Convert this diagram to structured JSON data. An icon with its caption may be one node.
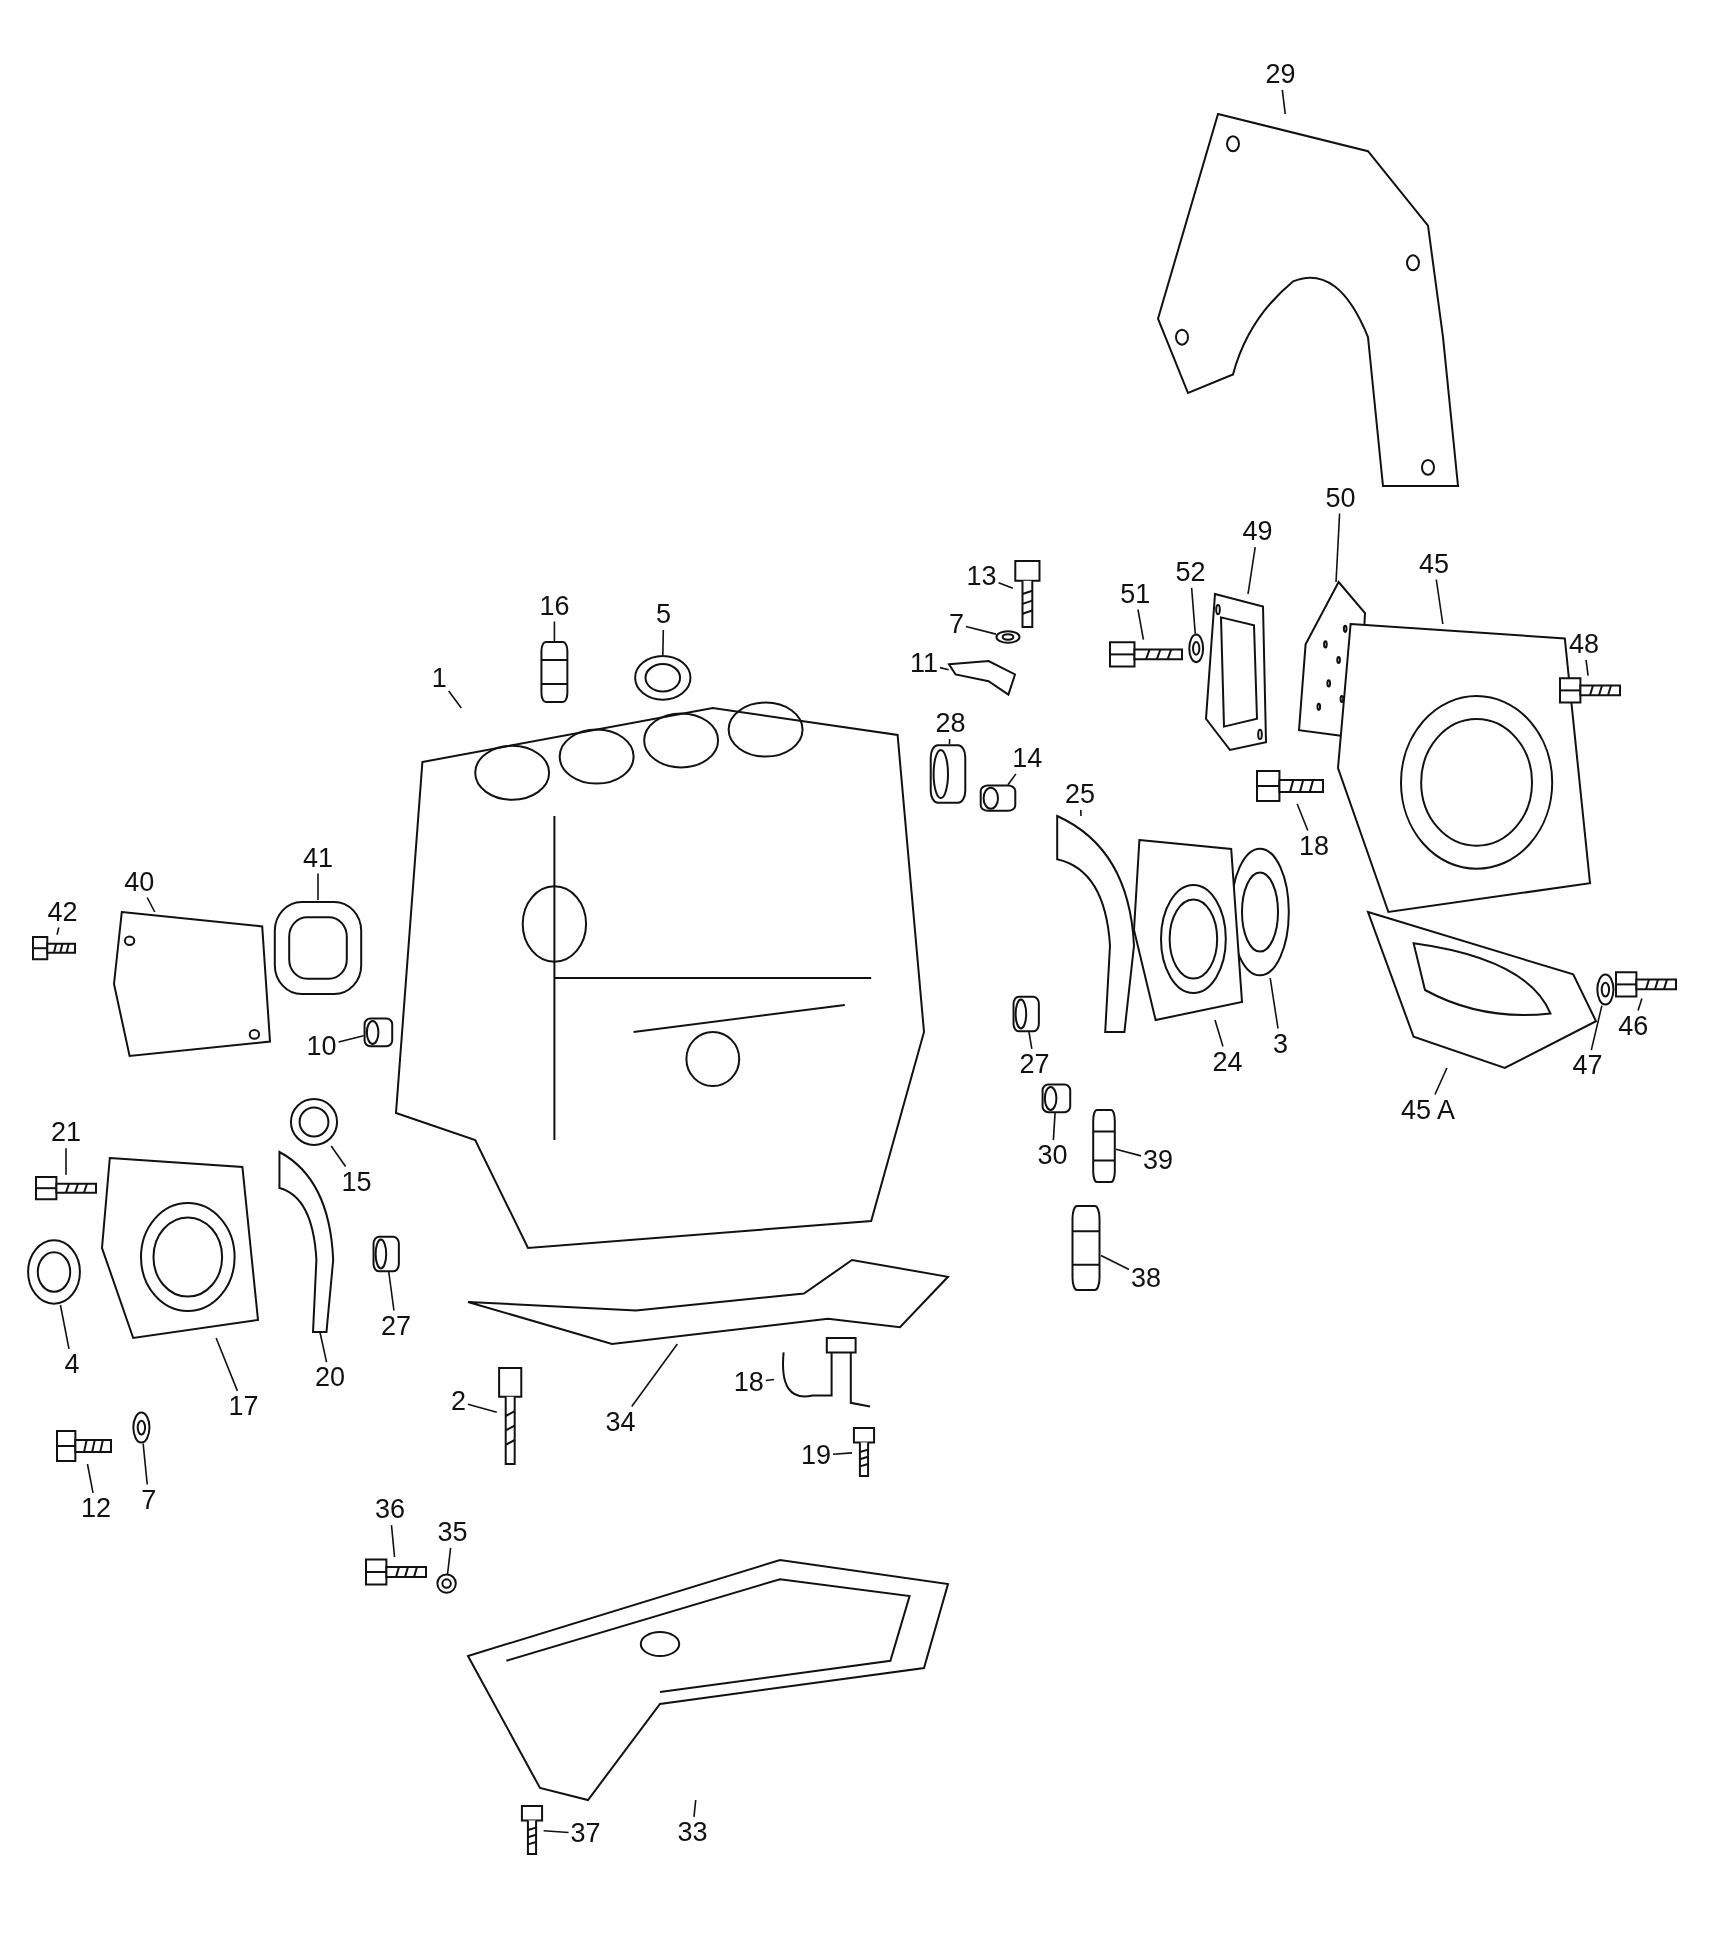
{
  "diagram": {
    "nodes": [
      {
        "text": [
          "29"
        ]
      },
      {
        "text": [
          "50"
        ]
      },
      {
        "text": [
          "49"
        ]
      },
      {
        "text": [
          "45"
        ]
      },
      {
        "text": [
          "52"
        ]
      },
      {
        "text": [
          "13"
        ]
      },
      {
        "text": [
          "51"
        ]
      },
      {
        "text": [
          "16"
        ]
      },
      {
        "text": [
          "5"
        ]
      },
      {
        "text": [
          "48"
        ]
      },
      {
        "text": [
          "7"
        ]
      },
      {
        "text": [
          "11"
        ]
      },
      {
        "text": [
          "1"
        ]
      },
      {
        "text": [
          "28"
        ]
      },
      {
        "text": [
          "14"
        ]
      },
      {
        "text": [
          "25"
        ]
      },
      {
        "text": [
          "18"
        ]
      },
      {
        "text": [
          "42"
        ]
      },
      {
        "text": [
          "40"
        ]
      },
      {
        "text": [
          "41"
        ]
      },
      {
        "text": [
          "3"
        ]
      },
      {
        "text": [
          "24"
        ]
      },
      {
        "text": [
          "27"
        ]
      },
      {
        "text": [
          "10"
        ]
      },
      {
        "text": [
          "45 A"
        ]
      },
      {
        "text": [
          "47"
        ]
      },
      {
        "text": [
          "46"
        ]
      },
      {
        "text": [
          "21"
        ]
      },
      {
        "text": [
          "30"
        ]
      },
      {
        "text": [
          "39"
        ]
      },
      {
        "text": [
          "15"
        ]
      },
      {
        "text": [
          "38"
        ]
      },
      {
        "text": [
          "27"
        ]
      },
      {
        "text": [
          "4"
        ]
      },
      {
        "text": [
          "20"
        ]
      },
      {
        "text": [
          "17"
        ]
      },
      {
        "text": [
          "18"
        ]
      },
      {
        "text": [
          "2"
        ]
      },
      {
        "text": [
          "34"
        ]
      },
      {
        "text": [
          "19"
        ]
      },
      {
        "text": [
          "12"
        ]
      },
      {
        "text": [
          "7"
        ]
      },
      {
        "text": [
          "36"
        ]
      },
      {
        "text": [
          "35"
        ]
      },
      {
        "text": [
          "33"
        ]
      },
      {
        "text": [
          "37"
        ]
      },
      {
        "text": [],
        "shape": "picture"
      },
      {
        "text": [],
        "shape": "picture"
      },
      {
        "text": [],
        "shape": "picture"
      },
      {
        "text": [],
        "shape": "picture"
      },
      {
        "text": [],
        "shape": "picture"
      },
      {
        "text": [],
        "shape": "picture"
      },
      {
        "text": [],
        "shape": "picture"
      },
      {
        "text": [],
        "shape": "picture"
      },
      {
        "text": [],
        "shape": "picture"
      },
      {
        "text": [],
        "shape": "picture"
      },
      {
        "text": [],
        "shape": "picture"
      },
      {
        "text": [],
        "shape": "picture"
      },
      {
        "text": [],
        "shape": "picture"
      },
      {
        "text": [],
        "shape": "picture"
      },
      {
        "text": [],
        "shape": "picture"
      },
      {
        "text": [],
        "shape": "picture"
      },
      {
        "text": [],
        "shape": "picture"
      },
      {
        "text": [],
        "shape": "picture"
      },
      {
        "text": [],
        "shape": "picture"
      },
      {
        "text": [],
        "shape": "picture"
      },
      {
        "text": [],
        "shape": "picture"
      },
      {
        "text": [],
        "shape": "picture"
      },
      {
        "text": [],
        "shape": "picture"
      },
      {
        "text": [],
        "shape": "picture"
      },
      {
        "text": [],
        "shape": "picture"
      },
      {
        "text": [],
        "shape": "picture"
      },
      {
        "text": [],
        "shape": "picture"
      },
      {
        "text": [],
        "shape": "picture"
      },
      {
        "text": [],
        "shape": "picture"
      },
      {
        "text": [],
        "shape": "picture"
      },
      {
        "text": [],
        "shape": "picture"
      },
      {
        "text": [],
        "shape": "picture"
      },
      {
        "text": [],
        "shape": "picture"
      },
      {
        "text": [],
        "shape": "picture"
      },
      {
        "text": [],
        "shape": "picture"
      },
      {
        "text": [],
        "shape": "picture"
      },
      {
        "text": [],
        "shape": "picture"
      },
      {
        "text": [],
        "shape": "picture"
      },
      {
        "text": [],
        "shape": "picture"
      },
      {
        "text": [],
        "shape": "picture"
      },
      {
        "text": [],
        "shape": "picture"
      },
      {
        "text": [],
        "shape": "picture"
      },
      {
        "text": [],
        "shape": "picture"
      },
      {
        "text": [],
        "shape": "picture"
      },
      {
        "text": [],
        "shape": "picture"
      },
      {
        "text": [],
        "shape": "picture"
      }
    ],
    "edges": [
      {
        "from": 0,
        "to": 46,
        "arrow": "none"
      },
      {
        "from": 1,
        "to": 47,
        "arrow": "none"
      },
      {
        "from": 2,
        "to": 48,
        "arrow": "none"
      },
      {
        "from": 3,
        "to": 49,
        "arrow": "none"
      },
      {
        "from": 4,
        "to": 50,
        "arrow": "none"
      },
      {
        "from": 5,
        "to": 51,
        "arrow": "none"
      },
      {
        "from": 6,
        "to": 52,
        "arrow": "none"
      },
      {
        "from": 7,
        "to": 53,
        "arrow": "none"
      },
      {
        "from": 8,
        "to": 54,
        "arrow": "none"
      },
      {
        "from": 9,
        "to": 55,
        "arrow": "none"
      },
      {
        "from": 10,
        "to": 56,
        "arrow": "none"
      },
      {
        "from": 11,
        "to": 57,
        "arrow": "none"
      },
      {
        "from": 12,
        "to": 58,
        "arrow": "none"
      },
      {
        "from": 13,
        "to": 59,
        "arrow": "none"
      },
      {
        "from": 14,
        "to": 60,
        "arrow": "none"
      },
      {
        "from": 15,
        "to": 61,
        "arrow": "none"
      },
      {
        "from": 16,
        "to": 62,
        "arrow": "none"
      },
      {
        "from": 17,
        "to": 63,
        "arrow": "none"
      },
      {
        "from": 18,
        "to": 64,
        "arrow": "none"
      },
      {
        "from": 19,
        "to": 65,
        "arrow": "none"
      },
      {
        "from": 20,
        "to": 66,
        "arrow": "none"
      },
      {
        "from": 21,
        "to": 67,
        "arrow": "none"
      },
      {
        "from": 22,
        "to": 68,
        "arrow": "none"
      },
      {
        "from": 23,
        "to": 69,
        "arrow": "none"
      },
      {
        "from": 24,
        "to": 70,
        "arrow": "none"
      },
      {
        "from": 25,
        "to": 71,
        "arrow": "none"
      },
      {
        "from": 26,
        "to": 72,
        "arrow": "none"
      },
      {
        "from": 27,
        "to": 73,
        "arrow": "none"
      },
      {
        "from": 28,
        "to": 74,
        "arrow": "none"
      },
      {
        "from": 29,
        "to": 75,
        "arrow": "none"
      },
      {
        "from": 30,
        "to": 76,
        "arrow": "none"
      },
      {
        "from": 31,
        "to": 77,
        "arrow": "none"
      },
      {
        "from": 32,
        "to": 78,
        "arrow": "none"
      },
      {
        "from": 33,
        "to": 79,
        "arrow": "none"
      },
      {
        "from": 34,
        "to": 80,
        "arrow": "none"
      },
      {
        "from": 35,
        "to": 81,
        "arrow": "none"
      },
      {
        "from": 36,
        "to": 82,
        "arrow": "none"
      },
      {
        "from": 37,
        "to": 83,
        "arrow": "none"
      },
      {
        "from": 38,
        "to": 84,
        "arrow": "none"
      },
      {
        "from": 39,
        "to": 85,
        "arrow": "none"
      },
      {
        "from": 40,
        "to": 86,
        "arrow": "none"
      },
      {
        "from": 41,
        "to": 87,
        "arrow": "none"
      },
      {
        "from": 42,
        "to": 88,
        "arrow": "none"
      },
      {
        "from": 43,
        "to": 89,
        "arrow": "none"
      },
      {
        "from": 44,
        "to": 90,
        "arrow": "none"
      },
      {
        "from": 45,
        "to": 91,
        "arrow": "none"
      }
    ]
  }
}
